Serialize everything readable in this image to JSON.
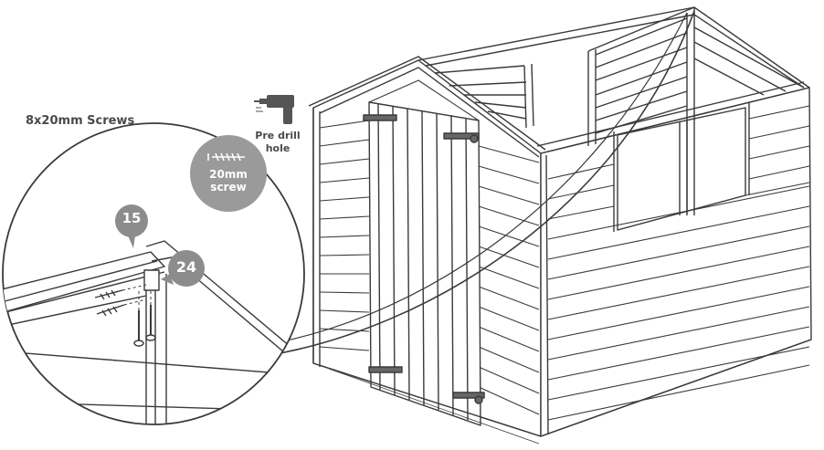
{
  "labels": {
    "screws_title": "8x20mm Screws",
    "predrill_line1": "Pre drill",
    "predrill_line2": "hole",
    "screw_badge_line1": "20mm",
    "screw_badge_line2": "screw"
  },
  "parts": {
    "part_a": "15",
    "part_b": "24"
  },
  "icons": [
    "drill-icon",
    "screw-icon"
  ],
  "colors": {
    "line": "#3a3a3a",
    "badge_fill": "#8c8c8c",
    "badge_light": "#9a9a9a",
    "text": "#4a4a4a"
  }
}
